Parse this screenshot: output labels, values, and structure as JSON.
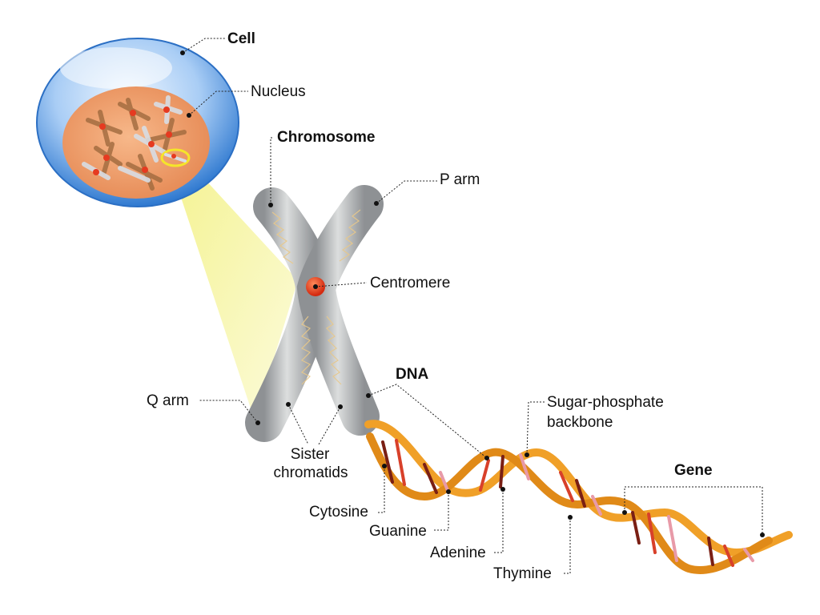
{
  "labels": {
    "cell": "Cell",
    "nucleus": "Nucleus",
    "chromosome": "Chromosome",
    "p_arm": "P arm",
    "centromere": "Centromere",
    "q_arm": "Q arm",
    "dna": "DNA",
    "sugar_phosphate_1": "Sugar-phosphate",
    "sugar_phosphate_2": "backbone",
    "sister_1": "Sister",
    "sister_2": "chromatids",
    "gene": "Gene",
    "cytosine": "Cytosine",
    "guanine": "Guanine",
    "adenine": "Adenine",
    "thymine": "Thymine"
  },
  "colors": {
    "cell_membrane": "#5b9be0",
    "nucleus": "#f0a878",
    "chromosome": "#b9bcbf",
    "centromere": "#e8341c",
    "dna_backbone": "#f0a028",
    "highlight": "#f3f08a",
    "base_dark": "#7a1f14",
    "base_red": "#d8402a",
    "base_pink": "#e89aa8"
  }
}
